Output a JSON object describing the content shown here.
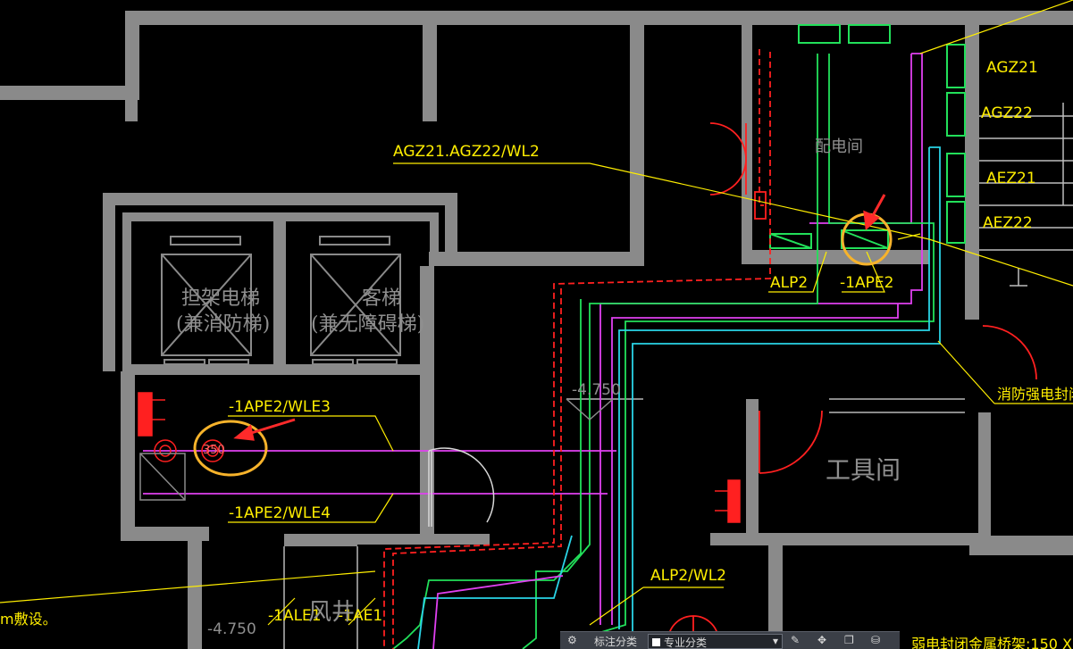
{
  "labels": {
    "feeder_top": "AGZ21.AGZ22/WL2",
    "agz21": "AGZ21",
    "agz22": "AGZ22",
    "aez21": "AEZ21",
    "aez22": "AEZ22",
    "alp2": "ALP2",
    "ape2": "-1APE2",
    "wle3": "-1APE2/WLE3",
    "wle4": "-1APE2/WLE4",
    "alp2_wl2": "ALP2/WL2",
    "ale1": "-1ALE1",
    "ae1": "-1AE1",
    "elev_mid": "-4.750",
    "elev_bottom": "-4.750",
    "fire_closure": "消防强电封闭",
    "weak_tray": "弱电封闭金属桥架:150 X",
    "laying_note": "m敷设。",
    "wle_code": "350"
  },
  "rooms": {
    "elevator_left_line1": "担架电梯",
    "elevator_left_line2": "(兼消防梯)",
    "elevator_right_line1": "客梯",
    "elevator_right_line2": "(兼无障碍梯)",
    "power_room": "配电间",
    "tool_room": "工具间",
    "air_shaft": "风井"
  },
  "toolbar": {
    "annot_scale": "标注分类",
    "layer_value": "专业分类"
  },
  "colors": {
    "wall": "#8a8a8a",
    "annotation": "#ffee00",
    "highlight_circle": "#f7b32b",
    "arrow": "#ff2a2a",
    "conduit_magenta": "#e040f0",
    "conduit_green": "#22e05a",
    "conduit_cyan": "#2ad4e6",
    "fire_red": "#ff2020"
  }
}
